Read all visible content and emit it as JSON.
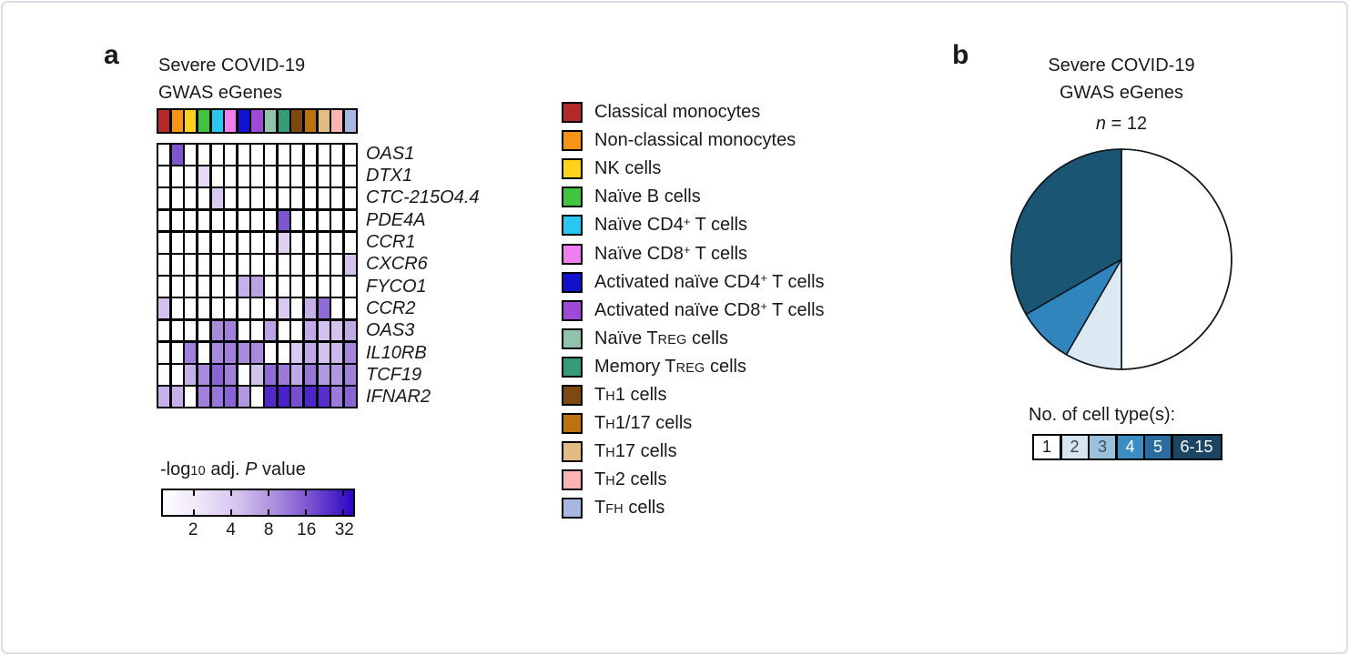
{
  "panel_a": {
    "label": "a",
    "title_lines": [
      "Severe COVID-19",
      "GWAS eGenes"
    ],
    "colorbar": {
      "title": "-log~10~ adj. *P* value",
      "ticks": [
        2,
        4,
        8,
        16,
        32
      ]
    }
  },
  "legend": {
    "items": [
      {
        "label": "Classical monocytes",
        "color": "#B22A2A"
      },
      {
        "label": "Non-classical monocytes",
        "color": "#F79315"
      },
      {
        "label": "NK cells",
        "color": "#FFD31C"
      },
      {
        "label": "Naïve B cells",
        "color": "#3FC53F"
      },
      {
        "label": "Naïve CD4^+^ T cells",
        "color": "#29C6F0"
      },
      {
        "label": "Naïve CD8^+^ T cells",
        "color": "#F07EF0"
      },
      {
        "label": "Activated naïve CD4^+^ T cells",
        "color": "#1212CE"
      },
      {
        "label": "Activated naïve CD8^+^ T cells",
        "color": "#9D4BD6"
      },
      {
        "label": "Naïve T~REG~ cells",
        "color": "#92C2AB"
      },
      {
        "label": "Memory T~REG~ cells",
        "color": "#359B77"
      },
      {
        "label": "T~H~1 cells",
        "color": "#7C4A10"
      },
      {
        "label": "T~H~1/17 cells",
        "color": "#BC720E"
      },
      {
        "label": "T~H~17 cells",
        "color": "#E3BC84"
      },
      {
        "label": "T~H~2 cells",
        "color": "#FCB3B3"
      },
      {
        "label": "T~FH~ cells",
        "color": "#A9B5E2"
      }
    ]
  },
  "panel_b": {
    "label": "b",
    "title_lines": [
      "Severe COVID-19",
      "GWAS eGenes"
    ],
    "n_label": "*n* = 12",
    "scale_title": "No. of cell type(s):"
  },
  "chart_data": [
    {
      "type": "heatmap",
      "title": "Severe COVID-19 GWAS eGenes",
      "rows": [
        "OAS1",
        "DTX1",
        "CTC-215O4.4",
        "PDE4A",
        "CCR1",
        "CXCR6",
        "FYCO1",
        "CCR2",
        "OAS3",
        "IL10RB",
        "TCF19",
        "IFNAR2"
      ],
      "columns": [
        "Classical monocytes",
        "Non-classical monocytes",
        "NK cells",
        "Naïve B cells",
        "Naïve CD4+ T cells",
        "Naïve CD8+ T cells",
        "Activated naïve CD4+ T cells",
        "Activated naïve CD8+ T cells",
        "Naïve Treg cells",
        "Memory Treg cells",
        "Th1 cells",
        "Th1/17 cells",
        "Th17 cells",
        "Th2 cells",
        "Tfh cells"
      ],
      "value_label": "-log10 adj. P value",
      "scale": "log2",
      "colorbar_ticks": [
        2,
        4,
        8,
        16,
        32
      ],
      "colormap_stops": [
        "#FFFFFF",
        "#EDE5F8",
        "#D3C2EE",
        "#A98BDD",
        "#7348CE",
        "#2B06C6"
      ],
      "values": [
        [
          0,
          14,
          0,
          0,
          0,
          0,
          0,
          0,
          0,
          0,
          0,
          0,
          0,
          0,
          0
        ],
        [
          0,
          0,
          0,
          2.5,
          0,
          0,
          0,
          0,
          0,
          0,
          0,
          0,
          0,
          0,
          0
        ],
        [
          0,
          0,
          0,
          0,
          3.5,
          0,
          0,
          0,
          0,
          0,
          0,
          0,
          0,
          0,
          0
        ],
        [
          0,
          0,
          0,
          0,
          0,
          0,
          0,
          0,
          0,
          14,
          0,
          0,
          0,
          0,
          0
        ],
        [
          0,
          0,
          0,
          0,
          0,
          0,
          0,
          0,
          0,
          3,
          0,
          0,
          0,
          0,
          0
        ],
        [
          0,
          0,
          0,
          0,
          0,
          0,
          0,
          0,
          0,
          0,
          0,
          0,
          0,
          0,
          4
        ],
        [
          0,
          0,
          0,
          0,
          0,
          0,
          5,
          6,
          0,
          0,
          0,
          0,
          0,
          0,
          0
        ],
        [
          4,
          0,
          0,
          0,
          0,
          0,
          0,
          0,
          0,
          3.5,
          0,
          5,
          11,
          0,
          0
        ],
        [
          0,
          0,
          0,
          0,
          8,
          9,
          0,
          0,
          6,
          0,
          0,
          5.5,
          4,
          4,
          5.5
        ],
        [
          0,
          0,
          9,
          0,
          8,
          9,
          8,
          8,
          0,
          0,
          3.5,
          5.5,
          4,
          4.5,
          8.5
        ],
        [
          0,
          0,
          5,
          8,
          12,
          9,
          0,
          4,
          11,
          9.5,
          5.5,
          10,
          7,
          7,
          9
        ],
        [
          5,
          5,
          0,
          9,
          10,
          12,
          7,
          0,
          22,
          24,
          15,
          23,
          21,
          9.5,
          12
        ]
      ]
    },
    {
      "type": "pie",
      "title": "Severe COVID-19 GWAS eGenes",
      "n": 12,
      "legend_title": "No. of cell type(s):",
      "slices": [
        {
          "label": "1",
          "value": 6,
          "color": "#FFFFFF"
        },
        {
          "label": "2",
          "value": 1,
          "color": "#DCE9F2"
        },
        {
          "label": "4",
          "value": 1,
          "color": "#2F85BC"
        },
        {
          "label": "6-15",
          "value": 4,
          "color": "#1A5574"
        }
      ],
      "legend_categories": [
        {
          "label": "1",
          "color": "#FFFFFF",
          "text": "#1a1a1a"
        },
        {
          "label": "2",
          "color": "#D7E5F0",
          "text": "#344750"
        },
        {
          "label": "3",
          "color": "#9CC1DC",
          "text": "#3d4f5c"
        },
        {
          "label": "4",
          "color": "#3E8DC2",
          "text": "#ffffff"
        },
        {
          "label": "5",
          "color": "#2A6C9E",
          "text": "#ffffff"
        },
        {
          "label": "6-15",
          "color": "#1A4563",
          "text": "#ffffff"
        }
      ]
    }
  ]
}
